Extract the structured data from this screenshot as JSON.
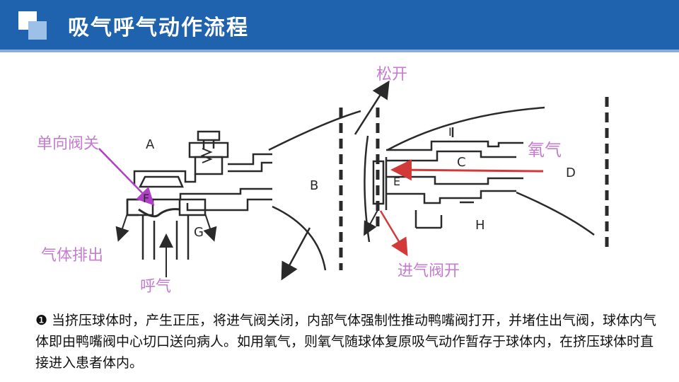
{
  "header": {
    "title": "吸气呼气动作流程",
    "bar_color": "#1f63ae",
    "logo_icon": "stacked-squares-icon"
  },
  "diagram": {
    "left_labels": {
      "valve_closed": "单向阀关",
      "gas_exhaust": "气体排出",
      "exhale": "呼气"
    },
    "right_labels": {
      "release": "松开",
      "oxygen": "氧气",
      "intake_open": "进气阀开"
    },
    "letters": {
      "A": "A",
      "B": "B",
      "F": "F",
      "G": "G",
      "I": "I",
      "C": "C",
      "E": "E",
      "D": "D",
      "H": "H"
    },
    "label_color": "#c47ccf",
    "arrow_purple": "#b040c8",
    "arrow_red": "#d23a3a",
    "line_color": "#2a2a2a"
  },
  "caption": {
    "bullet": "❶",
    "text": "当挤压球体时，产生正压，将进气阀关闭，内部气体强制性推动鸭嘴阀打开，并堵住出气阀，球体内气体即由鸭嘴阀中心切口送向病人。如用氧气，则氧气随球体复原吸气动作暂存于球体内，在挤压球体时直接进入患者体内。"
  }
}
